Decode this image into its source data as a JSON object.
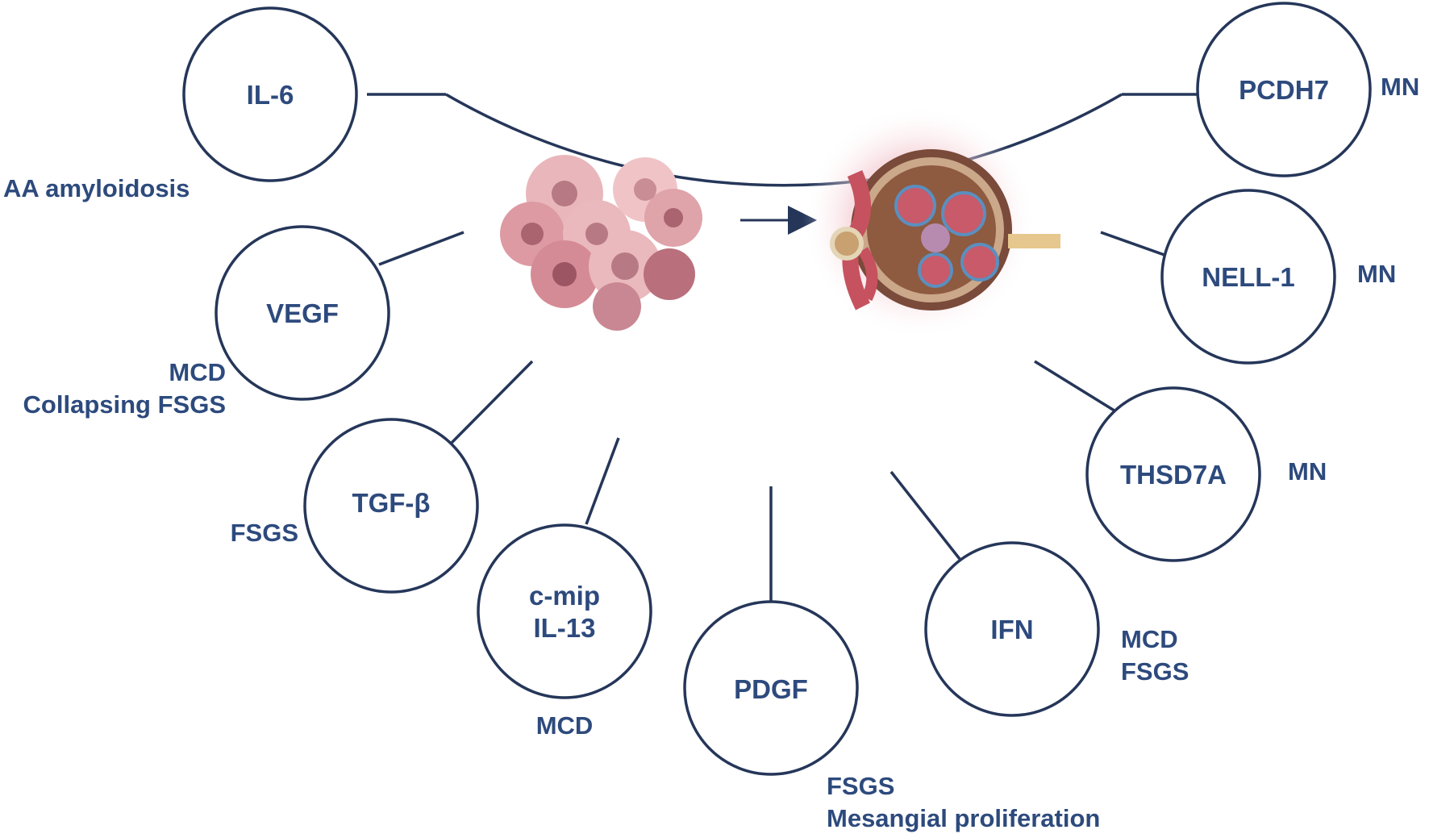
{
  "colors": {
    "ink": "#253659",
    "text": "#2d4a7d"
  },
  "center": {
    "left_image": "tumor-cells-illustration",
    "arrow": "right-arrow-icon",
    "right_image": "kidney-glomerulus-illustration"
  },
  "nodes": [
    {
      "id": "il6",
      "lines": [
        "IL-6"
      ],
      "diseases": [
        "AA amyloidosis"
      ]
    },
    {
      "id": "vegf",
      "lines": [
        "VEGF"
      ],
      "diseases": [
        "MCD",
        "Collapsing FSGS"
      ]
    },
    {
      "id": "tgfb",
      "lines": [
        "TGF-β"
      ],
      "diseases": [
        "FSGS"
      ]
    },
    {
      "id": "cmip",
      "lines": [
        "c-mip",
        "IL-13"
      ],
      "diseases": [
        "MCD"
      ]
    },
    {
      "id": "pdgf",
      "lines": [
        "PDGF"
      ],
      "diseases": [
        "FSGS",
        "Mesangial proliferation"
      ]
    },
    {
      "id": "ifn",
      "lines": [
        "IFN"
      ],
      "diseases": [
        "MCD",
        "FSGS"
      ]
    },
    {
      "id": "thsd7a",
      "lines": [
        "THSD7A"
      ],
      "diseases": [
        "MN"
      ]
    },
    {
      "id": "nell1",
      "lines": [
        "NELL-1"
      ],
      "diseases": [
        "MN"
      ]
    },
    {
      "id": "pcdh7",
      "lines": [
        "PCDH7"
      ],
      "diseases": [
        "MN"
      ]
    }
  ]
}
